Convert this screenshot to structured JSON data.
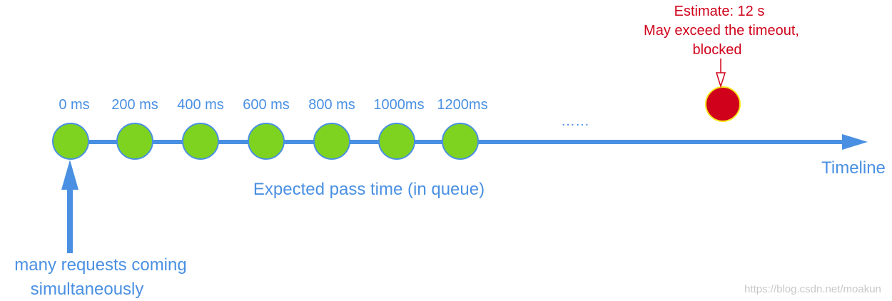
{
  "timeline": {
    "label": "Timeline",
    "ellipsis": "……",
    "queue_label": "Expected pass time (in queue)",
    "colors": {
      "line": "#4a90e2",
      "pass": "#7ed321",
      "blocked": "#d0021b",
      "blocked_border": "#f8e71c"
    }
  },
  "slots": [
    {
      "label": "0 ms"
    },
    {
      "label": "200 ms"
    },
    {
      "label": "400 ms"
    },
    {
      "label": "600 ms"
    },
    {
      "label": "800 ms"
    },
    {
      "label": "1000ms"
    },
    {
      "label": "1200ms"
    }
  ],
  "blocked": {
    "line1": "Estimate: 12 s",
    "line2": "May exceed the timeout,",
    "line3": "blocked"
  },
  "requests": {
    "line1": "many requests coming",
    "line2": "simultaneously"
  },
  "watermark": "https://blog.csdn.net/moakun"
}
